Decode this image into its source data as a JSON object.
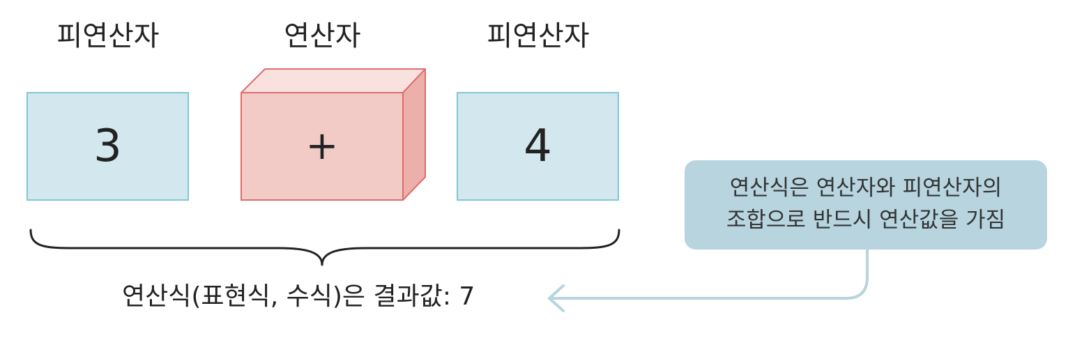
{
  "labels": {
    "left_operand": "피연산자",
    "operator": "연산자",
    "right_operand": "피연산자"
  },
  "boxes": {
    "left_value": "3",
    "operator_symbol": "+",
    "right_value": "4"
  },
  "note": {
    "line1": "연산식은 연산자와 피연산자의",
    "line2": "조합으로 반드시 연산값을 가짐"
  },
  "result_text": "연산식(표현식, 수식)은 결과값: 7",
  "colors": {
    "operand_fill": "#d3e8ee",
    "operand_border": "#7fc7d6",
    "operator_front": "#f2cbc7",
    "operator_top": "#f8e1de",
    "operator_side": "#ebb0aa",
    "operator_border": "#e06b6b",
    "note_fill": "#b7d4df",
    "arrow": "#b7d4df"
  }
}
